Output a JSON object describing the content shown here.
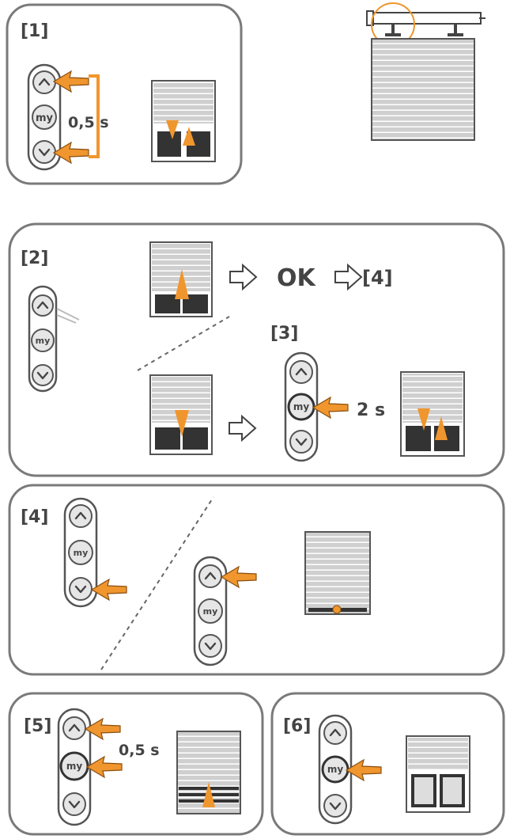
{
  "steps": {
    "s1": "[1]",
    "s2": "[2]",
    "s3": "[3]",
    "s4": "[4]",
    "s5": "[5]",
    "s6": "[6]"
  },
  "labels": {
    "half_second": "0,5 s",
    "two_seconds": "2 s",
    "ok": "OK",
    "goto_step4": "[4]"
  },
  "remote": {
    "my_label": "my"
  },
  "colors": {
    "accent": "#f0962e",
    "panel_border": "#7a7a7a",
    "remote_gray": "#e6e6e6",
    "shutter_gray": "#cfcfcf"
  }
}
